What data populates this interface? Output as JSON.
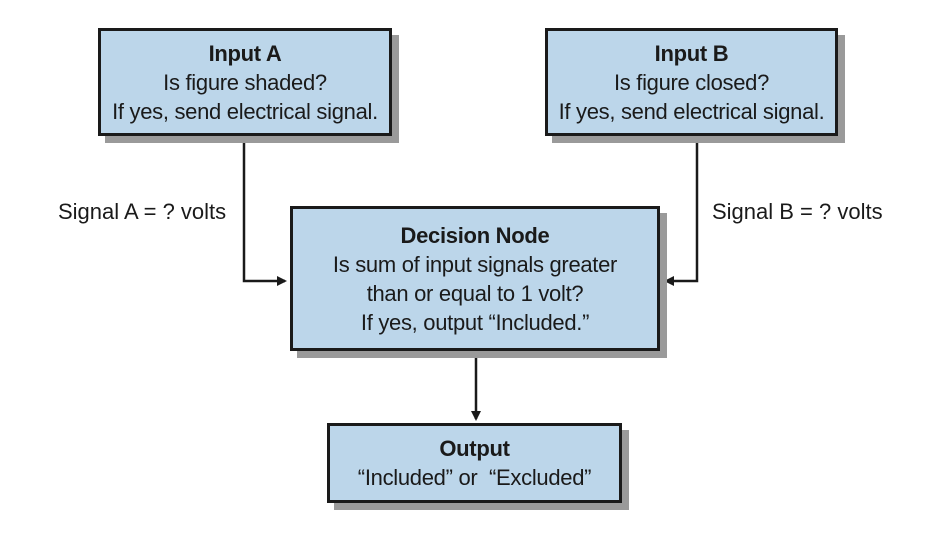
{
  "input_a": {
    "title": "Input A",
    "line1": "Is figure shaded?",
    "line2": "If yes, send electrical signal."
  },
  "input_b": {
    "title": "Input B",
    "line1": "Is figure closed?",
    "line2": "If yes, send electrical signal."
  },
  "decision": {
    "title": "Decision Node",
    "line1": "Is sum of input signals greater",
    "line2": "than or equal to 1 volt?",
    "line3": "If yes, output “Included.”"
  },
  "output": {
    "title": "Output",
    "line1": "“Included” or  “Excluded”"
  },
  "signals": {
    "a": "Signal A = ? volts",
    "b": "Signal B = ? volts"
  },
  "colors": {
    "box_fill": "#bcd6ea",
    "box_border": "#1a1a1a",
    "shadow": "#9a9a9a"
  }
}
